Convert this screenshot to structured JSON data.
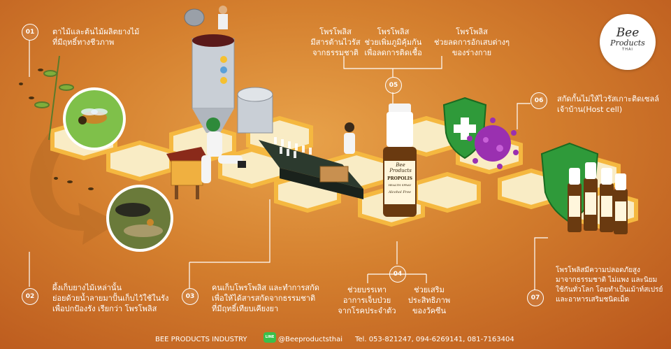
{
  "logo": {
    "line1": "Bee",
    "line2": "Products",
    "line3": "THAI"
  },
  "steps": [
    {
      "number": "01",
      "lines": [
        "ตาไม้และต้นไม้ผลิตยางไม้",
        "ที่มีฤทธิ์ทางชีวภาพ"
      ]
    },
    {
      "number": "02",
      "lines": [
        "ผึ้งเก็บยางไม้เหล่านั้น",
        "ย่อยด้วยน้ำลายมาปั้นเก็บไว้ใช้ในรัง",
        "เพื่อปกป้องรัง เรียกว่า โพรโพลิส"
      ]
    },
    {
      "number": "03",
      "lines": [
        "คนเก็บโพรโพลิส และทำการสกัด",
        "เพื่อให้ได้สารสกัดจากธรรมชาติ",
        "ที่มีฤทธิ์เทียบเคียงยา"
      ]
    },
    {
      "number": "04",
      "left_lines": [
        "ช่วยบรรเทา",
        "อาการเจ็บป่วย",
        "จากโรคประจำตัว"
      ],
      "right_lines": [
        "ช่วยเสริม",
        "ประสิทธิภาพ",
        "ของวัคซีน"
      ]
    },
    {
      "number": "05",
      "cols": [
        [
          "โพรโพลิส",
          "มีสารต้านไวรัส",
          "จากธรรมชาติ"
        ],
        [
          "โพรโพลิส",
          "ช่วยเพิ่มภูมิคุ้มกัน",
          "เพื่อลดการติดเชื้อ"
        ],
        [
          "โพรโพลิส",
          "ช่วยลดการอักเสบต่างๆ",
          "ของร่างกาย"
        ]
      ]
    },
    {
      "number": "06",
      "lines": [
        "สกัดกั้นไม่ให้ไวรัสเกาะติดเซลล์",
        "เจ้าบ้าน(Host cell)"
      ]
    },
    {
      "number": "07",
      "lines": [
        "โพรโพลิสมีความปลอดภัยสูง",
        "มาจากธรรมชาติ ไม่แพง และนิยม",
        "ใช้กันทั่วโลก โดยทำเป็นเม้าท์สเปรย์",
        "และอาหารเสริมชนิดเม็ด"
      ]
    }
  ],
  "bottle": {
    "brand": "Bee Products",
    "name": "PROPOLIS",
    "sub": "HEALTH SPRAY",
    "tag": "Alcohol Free"
  },
  "footer": {
    "company": "BEE PRODUCTS INDUSTRY",
    "line_icon": "LINE",
    "line_id": "@Beeproductsthai",
    "tel": "Tel. 053-821247, 094-6269141, 081-7163404"
  },
  "colors": {
    "honey": "#f5b840",
    "comb_fill": "#f9ecc5",
    "orange_bg": "#d47f2e",
    "green": "#2f9a3a"
  }
}
